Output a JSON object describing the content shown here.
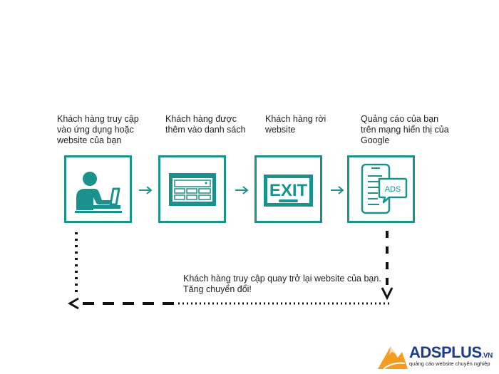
{
  "steps": [
    {
      "label": "Khách hàng truy cập vào ứng dụng hoặc website của bạn",
      "icon": "user-at-laptop-icon"
    },
    {
      "label": "Khách hàng được thêm vào danh sách",
      "icon": "browser-window-icon"
    },
    {
      "label": "Khách hàng rời website",
      "icon": "exit-sign-icon"
    },
    {
      "label": "Quảng cáo của bạn trên mạng hiển thị của Google",
      "icon": "phone-ads-icon"
    }
  ],
  "exit_sign_text": "EXIT",
  "ads_badge_text": "ADS",
  "return_text": "Khách hàng truy cập quay trở lại website của bạn. Tăng chuyển đổi!",
  "logo": {
    "name": "ADSPLUS",
    "suffix": ".VN",
    "tagline": "quảng cáo website chuyên nghiệp"
  },
  "colors": {
    "accent": "#1b918d",
    "dash": "#111111",
    "logo_blue": "#1a3d91",
    "logo_orange": "#f39c22"
  }
}
